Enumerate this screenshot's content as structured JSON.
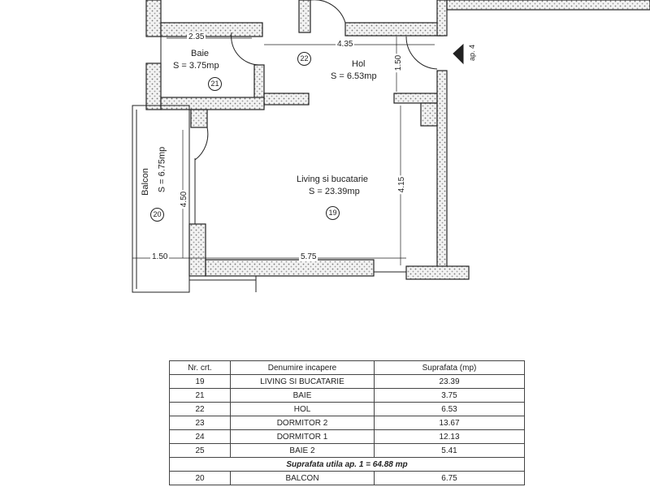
{
  "plan": {
    "rooms": {
      "baie": {
        "name": "Baie",
        "area": "S = 3.75mp",
        "number": "21"
      },
      "hol": {
        "name": "Hol",
        "area": "S = 6.53mp",
        "number": "22"
      },
      "living": {
        "name": "Living si bucatarie",
        "area": "S = 23.39mp",
        "number": "19"
      },
      "balcon": {
        "name": "Balcon",
        "area": "S = 6.75mp",
        "number": "20"
      }
    },
    "dimensions": {
      "baie_width": "2.35",
      "hol_width": "4.35",
      "hol_depth": "1.50",
      "living_depth": "4.15",
      "balcon_length": "4.50",
      "balcon_width": "1.50",
      "living_width": "5.75"
    },
    "apartment_marker": "ap. 4"
  },
  "table": {
    "headers": [
      "Nr. crt.",
      "Denumire incapere",
      "Suprafata (mp)"
    ],
    "rows": [
      [
        "19",
        "LIVING SI BUCATARIE",
        "23.39"
      ],
      [
        "21",
        "BAIE",
        "3.75"
      ],
      [
        "22",
        "HOL",
        "6.53"
      ],
      [
        "23",
        "DORMITOR 2",
        "13.67"
      ],
      [
        "24",
        "DORMITOR 1",
        "12.13"
      ],
      [
        "25",
        "BAIE 2",
        "5.41"
      ]
    ],
    "total": "Suprafata utila ap. 1 = 64.88 mp",
    "extra_rows": [
      [
        "20",
        "BALCON",
        "6.75"
      ]
    ]
  }
}
